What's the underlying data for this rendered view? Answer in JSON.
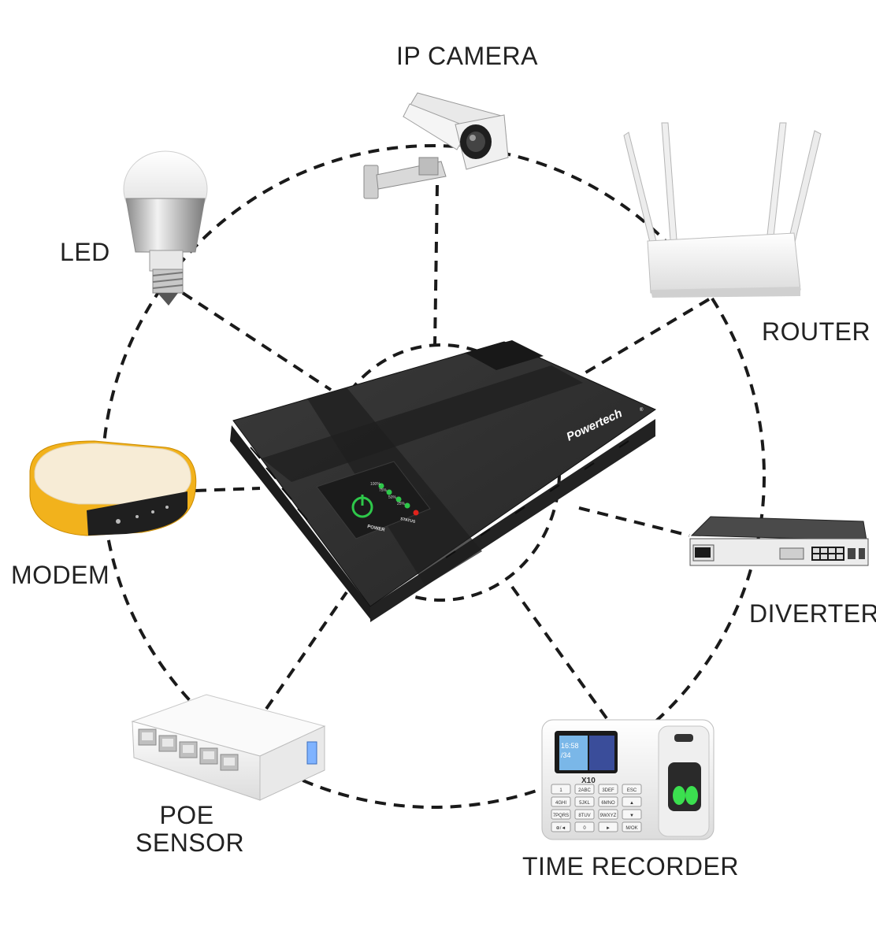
{
  "ups": {
    "brand": "Powertech",
    "registered_mark": "®",
    "power_label": "POWER",
    "status_label": "STATUS",
    "battery_levels": [
      "100%",
      "75%",
      "50%",
      "25%"
    ]
  },
  "devices": {
    "ip_camera": "IP CAMERA",
    "led": "LED",
    "router": "ROUTER",
    "modem": "MODEM",
    "diverter": "DIVERTER",
    "poe_sensor_line1": "POE",
    "poe_sensor_line2": "SENSOR",
    "time_recorder": "TIME RECORDER",
    "time_recorder_model": "X10"
  },
  "time_recorder_screen": {
    "line1": "16:58",
    "line2": "/34"
  },
  "keypad": [
    "1",
    "2ABC",
    "3DEF",
    "ESC",
    "4GHI",
    "5JKL",
    "6MNO",
    "▲",
    "7PQRS",
    "8TUV",
    "9WXYZ",
    "▼",
    "⊕/◄",
    "0",
    "►",
    "M/OK"
  ],
  "colors": {
    "dash": "#1a1a1a",
    "ups_body": "#2b2b2b",
    "led_green": "#2ec84a",
    "led_red": "#e0231c",
    "modem_accent": "#f2b21c",
    "text": "#222222"
  }
}
